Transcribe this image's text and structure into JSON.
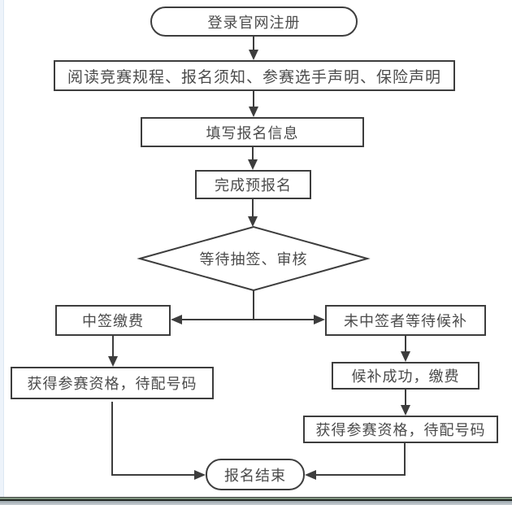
{
  "diagram": {
    "type": "flowchart",
    "nodes": {
      "start": {
        "label": "登录官网注册",
        "shape": "stadium"
      },
      "read_rules": {
        "label": "阅读竞赛规程、报名须知、参赛选手声明、保险声明",
        "shape": "rect"
      },
      "fill_info": {
        "label": "填写报名信息",
        "shape": "rect"
      },
      "pre_register": {
        "label": "完成预报名",
        "shape": "rect"
      },
      "wait_lottery": {
        "label": "等待抽签、审核",
        "shape": "diamond"
      },
      "won_pay": {
        "label": "中签缴费",
        "shape": "rect"
      },
      "not_won_wait": {
        "label": "未中签者等待候补",
        "shape": "rect"
      },
      "qualified_left": {
        "label": "获得参赛资格，待配号码",
        "shape": "rect"
      },
      "waitlist_success": {
        "label": "候补成功，缴费",
        "shape": "rect"
      },
      "qualified_right": {
        "label": "获得参赛资格，待配号码",
        "shape": "rect"
      },
      "end": {
        "label": "报名结束",
        "shape": "stadium"
      }
    },
    "edges": [
      {
        "from": "start",
        "to": "read_rules"
      },
      {
        "from": "read_rules",
        "to": "fill_info"
      },
      {
        "from": "fill_info",
        "to": "pre_register"
      },
      {
        "from": "pre_register",
        "to": "wait_lottery"
      },
      {
        "from": "wait_lottery",
        "to": "won_pay"
      },
      {
        "from": "wait_lottery",
        "to": "not_won_wait"
      },
      {
        "from": "won_pay",
        "to": "qualified_left"
      },
      {
        "from": "not_won_wait",
        "to": "waitlist_success"
      },
      {
        "from": "waitlist_success",
        "to": "qualified_right"
      },
      {
        "from": "qualified_left",
        "to": "end"
      },
      {
        "from": "qualified_right",
        "to": "end"
      }
    ],
    "colors": {
      "line": "#3d3d3d",
      "node_border": "#3d3d3d",
      "node_fill": "#ffffff",
      "text": "#4b4b4b",
      "background": "#ffffff",
      "left_edge_strip": "#edf3fa",
      "bottom_bar_green": "#7f937f",
      "bottom_bar_dark": "#232824"
    }
  }
}
